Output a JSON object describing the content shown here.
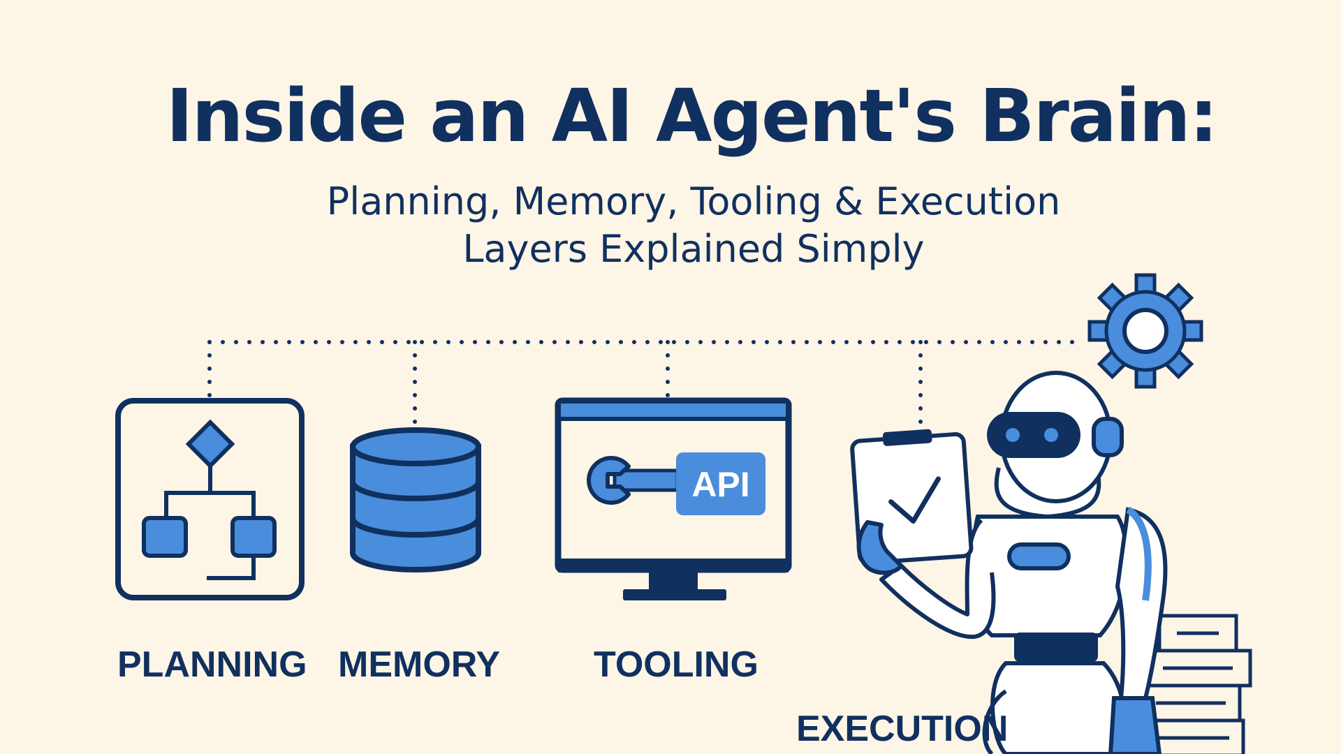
{
  "title": "Inside an AI Agent's Brain:",
  "subtitle_line1": "Planning, Memory, Tooling & Execution",
  "subtitle_line2": "Layers Explained Simply",
  "layers": [
    {
      "label": "PLANNING",
      "icon": "flowchart-icon"
    },
    {
      "label": "MEMORY",
      "icon": "database-icon"
    },
    {
      "label": "TOOLING",
      "icon": "monitor-api-icon"
    },
    {
      "label": "EXECUTION",
      "icon": "robot-icon"
    }
  ],
  "tooling_badge": "API",
  "colors": {
    "background": "#fdf5e6",
    "navy": "#10305f",
    "blue": "#4a8ddc"
  }
}
